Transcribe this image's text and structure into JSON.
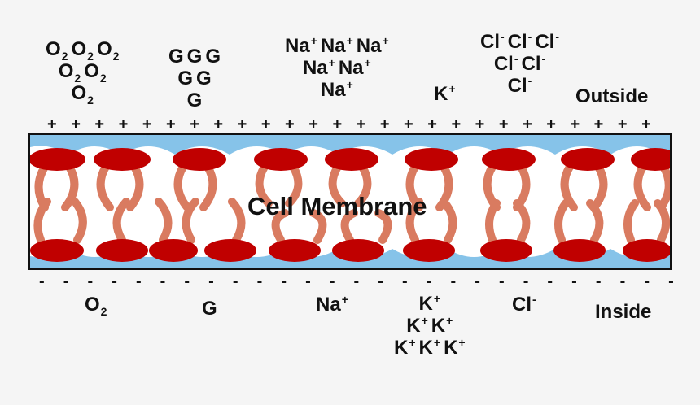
{
  "diagram": {
    "membrane_label": "Cell Membrane",
    "outside_label": "Outside",
    "inside_label": "Inside",
    "outside_charge_symbol": "+",
    "inside_charge_symbol": "-",
    "outside_charge_count": 26,
    "inside_charge_count": 27,
    "colors": {
      "background": "#f5f5f5",
      "membrane_blue": "#86c3e9",
      "lipid_head_red": "#c00000",
      "lipid_tail_salmon": "#d97b60",
      "membrane_white": "#ffffff",
      "outline": "#111111"
    },
    "outside": {
      "oxygen": {
        "rows": [
          [
            "O2",
            "O2",
            "O2"
          ],
          [
            "O2",
            "O2"
          ],
          [
            "O2"
          ]
        ]
      },
      "glucose": {
        "rows": [
          [
            "G",
            "G",
            "G"
          ],
          [
            "G",
            "G"
          ],
          [
            "G"
          ]
        ]
      },
      "sodium": {
        "rows": [
          [
            "Na+",
            "Na+",
            "Na+"
          ],
          [
            "Na+",
            "Na+"
          ],
          [
            "Na+"
          ]
        ]
      },
      "potassium": {
        "rows": [
          [
            "K+"
          ]
        ]
      },
      "chloride": {
        "rows": [
          [
            "Cl-",
            "Cl-",
            "Cl-"
          ],
          [
            "Cl-",
            "Cl-"
          ],
          [
            "Cl-"
          ]
        ]
      }
    },
    "inside": {
      "oxygen": {
        "rows": [
          [
            "O2"
          ]
        ]
      },
      "glucose": {
        "rows": [
          [
            "G"
          ]
        ]
      },
      "sodium": {
        "rows": [
          [
            "Na+"
          ]
        ]
      },
      "potassium": {
        "rows": [
          [
            "K+"
          ],
          [
            "K+",
            "K+"
          ],
          [
            "K+",
            "K+",
            "K+"
          ]
        ]
      },
      "chloride": {
        "rows": [
          [
            "Cl-"
          ]
        ]
      }
    }
  }
}
